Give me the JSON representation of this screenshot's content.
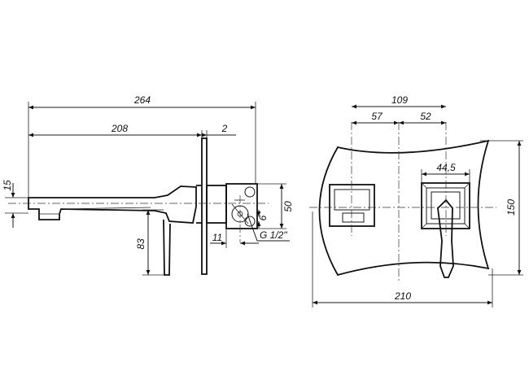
{
  "side_view": {
    "dim_264": "264",
    "dim_208": "208",
    "dim_2": "2",
    "dim_15": "15",
    "dim_83": "83",
    "dim_11": "11",
    "dim_6": "6",
    "dim_50": "50",
    "thread": "G 1/2\""
  },
  "front_view": {
    "dim_109": "109",
    "dim_57": "57",
    "dim_52": "52",
    "dim_44_5": "44,5",
    "dim_150": "150",
    "dim_210": "210"
  }
}
